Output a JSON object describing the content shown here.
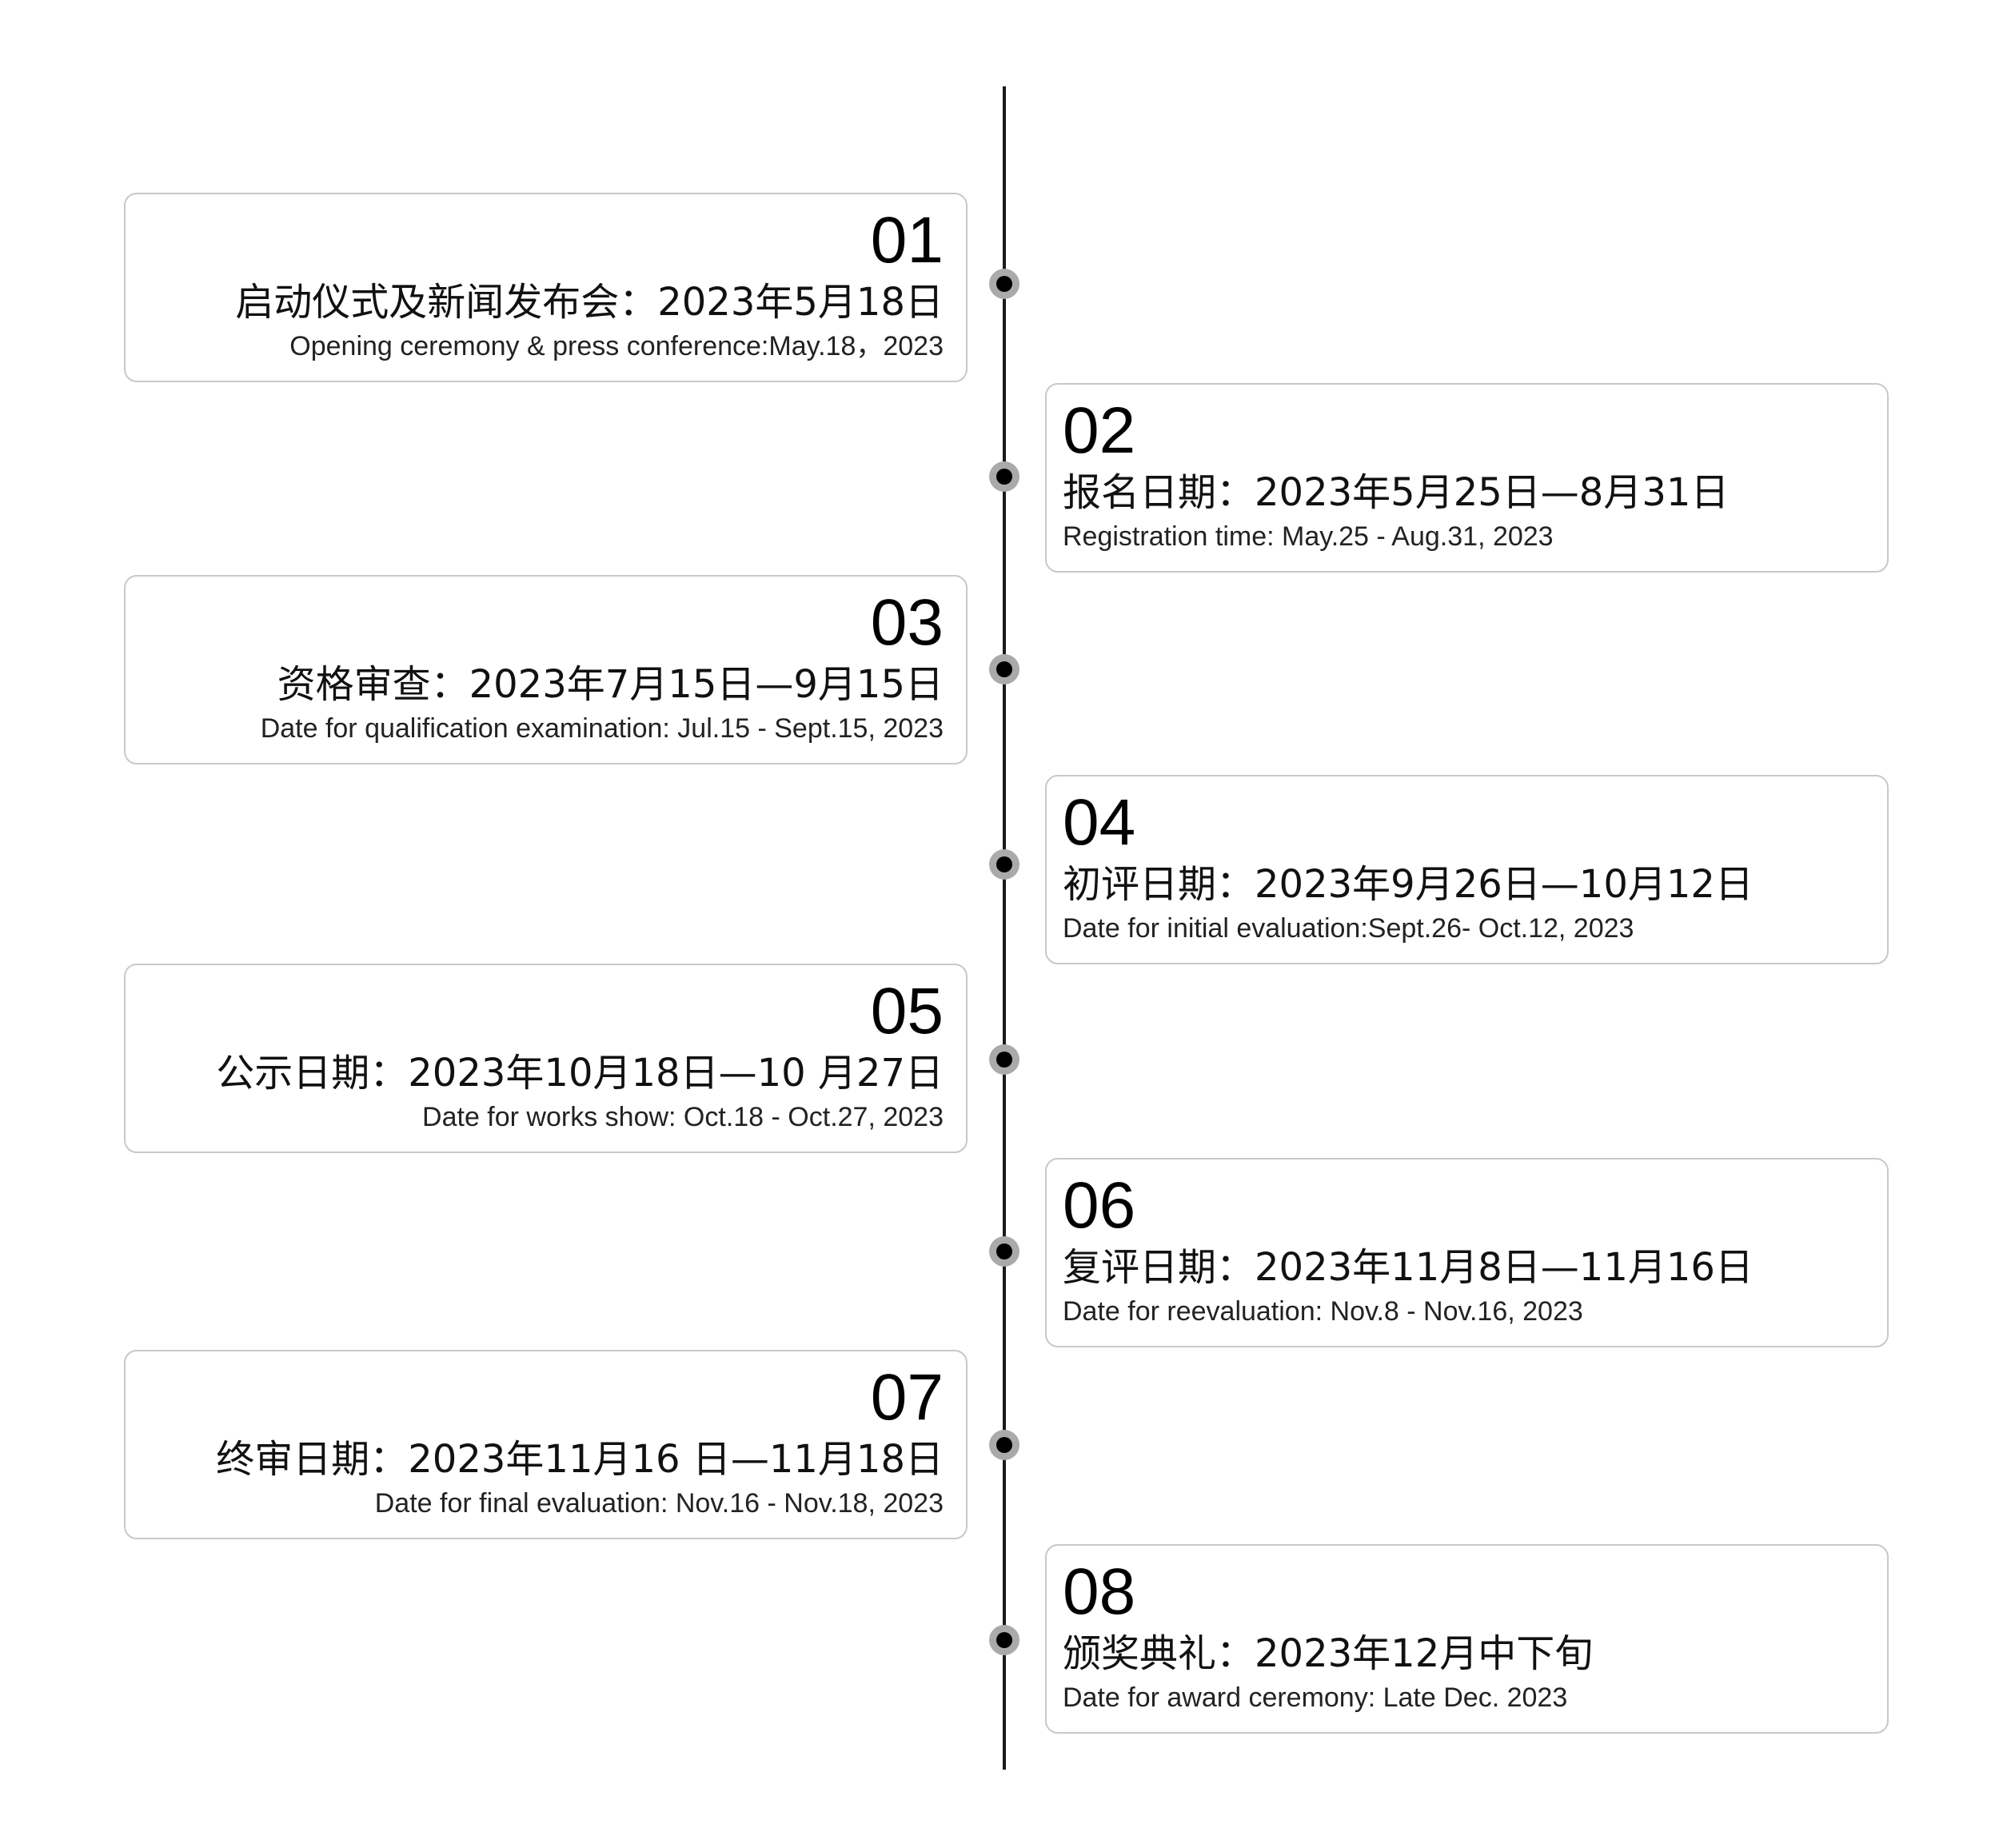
{
  "timeline": {
    "items": [
      {
        "number": "01",
        "zh": "启动仪式及新闻发布会：2023年5月18日",
        "en": "Opening ceremony & press conference:May.18，2023"
      },
      {
        "number": "02",
        "zh": "报名日期：2023年5月25日—8月31日",
        "en": "Registration time: May.25 - Aug.31, 2023"
      },
      {
        "number": "03",
        "zh": "资格审查：2023年7月15日—9月15日",
        "en": "Date for qualification examination: Jul.15 - Sept.15, 2023"
      },
      {
        "number": "04",
        "zh": "初评日期：2023年9月26日—10月12日",
        "en": "Date for initial evaluation:Sept.26- Oct.12, 2023"
      },
      {
        "number": "05",
        "zh": "公示日期：2023年10月18日—10 月27日",
        "en": "Date for works show: Oct.18 - Oct.27, 2023"
      },
      {
        "number": "06",
        "zh": "复评日期：2023年11月8日—11月16日",
        "en": "Date for reevaluation: Nov.8 - Nov.16, 2023"
      },
      {
        "number": "07",
        "zh": "终审日期：2023年11月16 日—11月18日",
        "en": "Date for final evaluation: Nov.16 - Nov.18, 2023"
      },
      {
        "number": "08",
        "zh": "颁奖典礼：2023年12月中下旬",
        "en": "Date for award ceremony: Late Dec. 2023"
      }
    ]
  }
}
